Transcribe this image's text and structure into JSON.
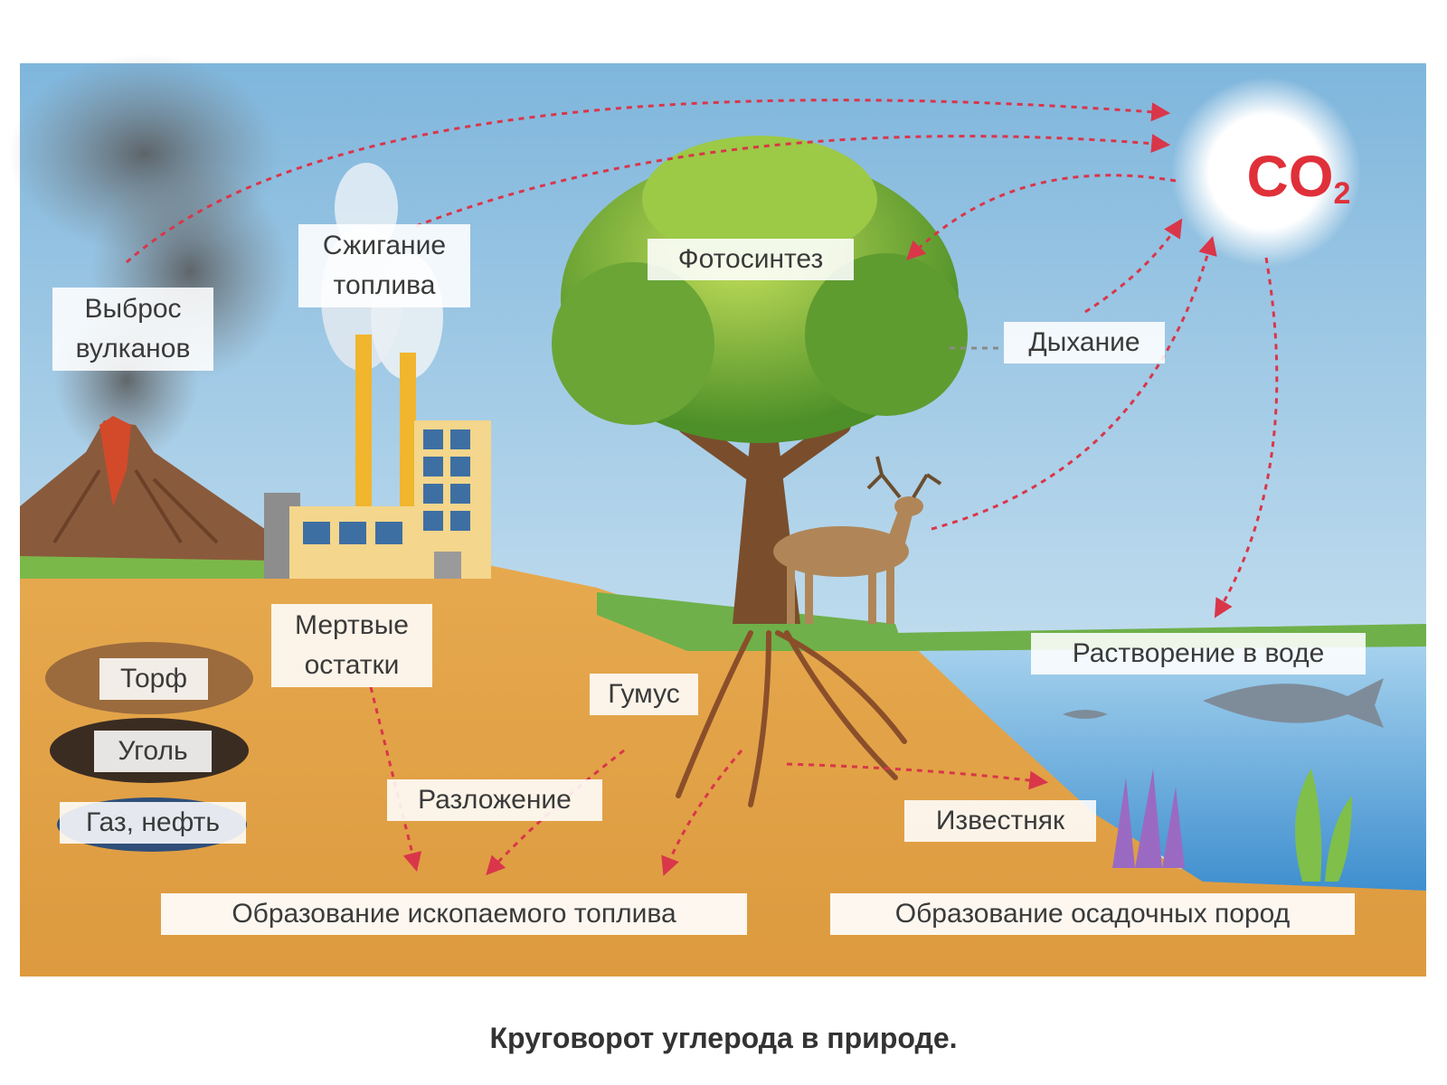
{
  "title": "Круговорот углерода в природе.",
  "co2": {
    "base": "CO",
    "subscript": "2"
  },
  "labels": {
    "volcano": [
      "Выброс",
      "вулканов"
    ],
    "fuel_burning": [
      "Сжигание",
      "топлива"
    ],
    "photosynthesis": "Фотосинтез",
    "respiration": "Дыхание",
    "dead_remains": [
      "Мертвые",
      "остатки"
    ],
    "peat": "Торф",
    "coal": "Уголь",
    "gas_oil": "Газ, нефть",
    "humus": "Гумус",
    "decomposition": "Разложение",
    "dissolution": "Растворение в воде",
    "limestone": "Известняк",
    "fossil_fuel_formation": "Образование ископаемого топлива",
    "sedimentary_formation": "Образование осадочных пород"
  },
  "colors": {
    "sky_top": "#7fb6dc",
    "sky_bottom": "#e4f1f8",
    "soil": "#e0a24a",
    "water": "#5fa6d8",
    "arrow": "#d9364a",
    "co2_text": "#e0303a"
  }
}
